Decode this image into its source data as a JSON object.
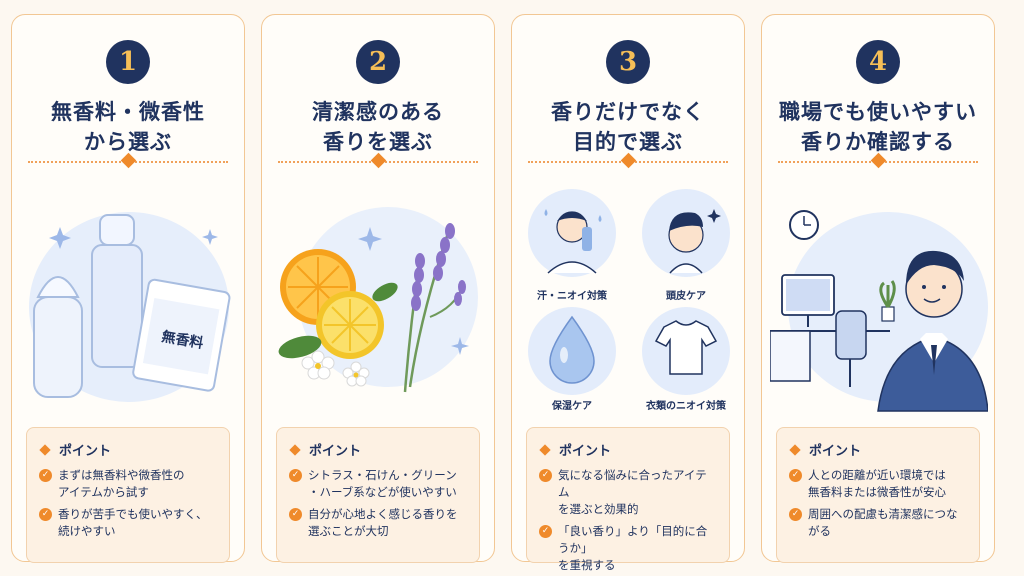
{
  "cards": [
    {
      "number": "1",
      "title_lines": [
        "無香料・微香性",
        "から選ぶ"
      ],
      "illus_label": "無香料",
      "point_title": "ポイント",
      "points": [
        [
          "まずは無香料や微香性の",
          "アイテムから試す"
        ],
        [
          "香りが苦手でも使いやすく、",
          "続けやすい"
        ]
      ]
    },
    {
      "number": "2",
      "title_lines": [
        "清潔感のある",
        "香りを選ぶ"
      ],
      "point_title": "ポイント",
      "points": [
        [
          "シトラス・石けん・グリーン",
          "・ハーブ系などが使いやすい"
        ],
        [
          "自分が心地よく感じる香りを",
          "選ぶことが大切"
        ]
      ]
    },
    {
      "number": "3",
      "title_lines": [
        "香りだけでなく",
        "目的で選ぶ"
      ],
      "icon_labels": [
        "汗・ニオイ対策",
        "頭皮ケア",
        "保湿ケア",
        "衣類のニオイ対策"
      ],
      "point_title": "ポイント",
      "points": [
        [
          "気になる悩みに合ったアイテム",
          "を選ぶと効果的"
        ],
        [
          "「良い香り」より「目的に合うか」",
          "を重視する"
        ]
      ]
    },
    {
      "number": "4",
      "title_lines": [
        "職場でも使いやすい",
        "香りか確認する"
      ],
      "point_title": "ポイント",
      "points": [
        [
          "人との距離が近い環境では",
          "無香料または微香性が安心"
        ],
        [
          "周囲への配慮も清潔感につながる"
        ]
      ]
    }
  ],
  "colors": {
    "navy": "#20335f",
    "orange": "#ef8a2b",
    "gold": "#f6bf57",
    "light_blue": "#e3ecfb"
  }
}
